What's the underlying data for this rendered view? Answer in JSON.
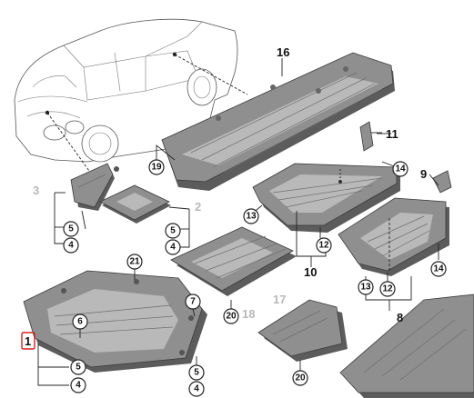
{
  "labels": {
    "l1": "1",
    "l3": "3",
    "l2": "2",
    "l8": "8",
    "l9": "9",
    "l10": "10",
    "l11": "11",
    "l16": "16",
    "l17": "17",
    "l18": "18"
  },
  "callouts": {
    "c19": "19",
    "c14a": "14",
    "c13a": "13",
    "c12a": "12",
    "c5a": "5",
    "c4a": "4",
    "c5b": "5",
    "c4b": "4",
    "c21": "21",
    "c7": "7",
    "c6": "6",
    "c5c": "5",
    "c4c": "4",
    "c5d": "5",
    "c4d": "4",
    "c20a": "20",
    "c20b": "20",
    "c13b": "13",
    "c12b": "12",
    "c14b": "14"
  },
  "colors": {
    "highlight_box": "#d42020",
    "part_fill": "#8f8f8f",
    "inactive_label": "#b8b8b8"
  }
}
